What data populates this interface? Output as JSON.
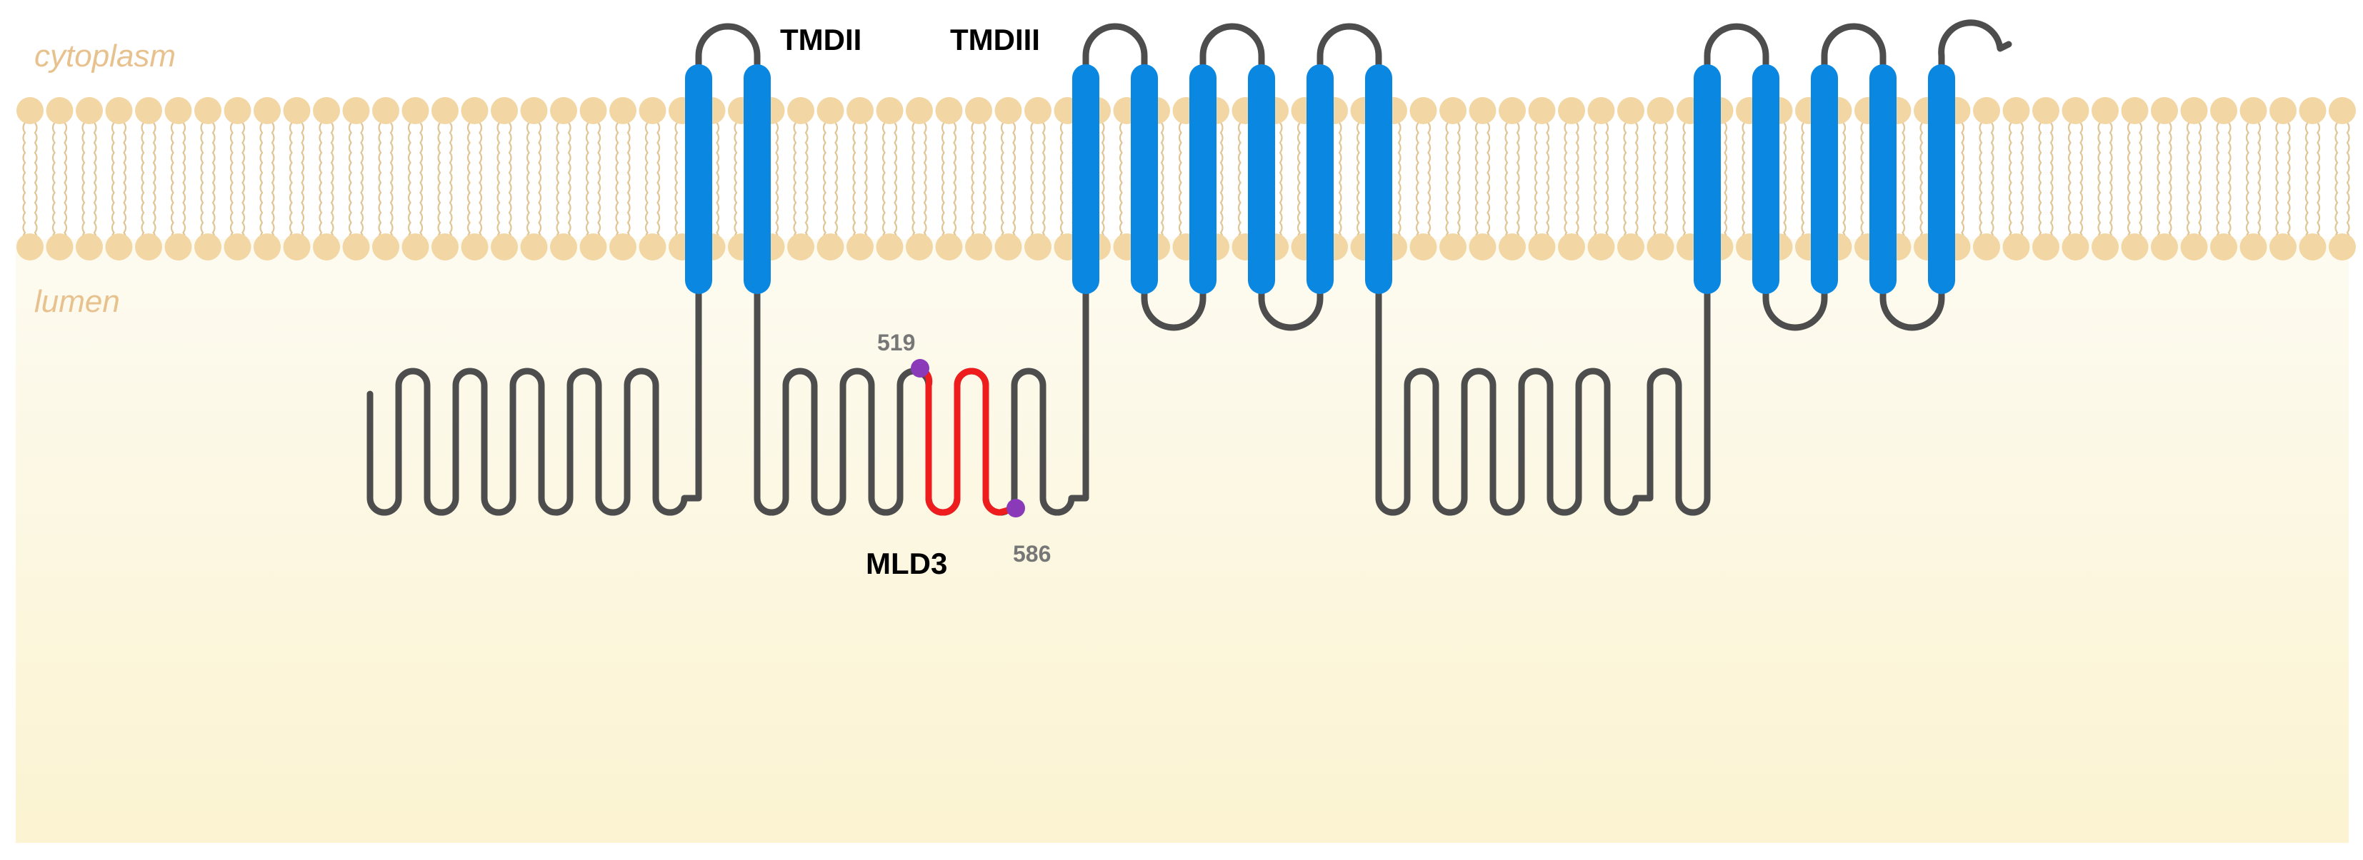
{
  "labels": {
    "cytoplasm": "cytoplasm",
    "lumen": "lumen",
    "tmd2": "TMDII",
    "tmd3": "TMDIII",
    "mld3": "MLD3",
    "residue_start": "519",
    "residue_end": "586"
  },
  "colors": {
    "membrane_head": "#f2d7a4",
    "membrane_tail": "#e0c596",
    "lumen_fill_top": "#fdfbf1",
    "lumen_fill_bottom": "#fbf3d1",
    "helix": "#0a87e0",
    "chain": "#4d4d4d",
    "mld3_segment": "#ee1c1c",
    "residue_marker": "#8a3ab9",
    "region_label": "#e8c28e"
  },
  "icons": {
    "membrane": "lipid-bilayer-icon",
    "helix": "transmembrane-helix-icon",
    "residue_marker": "residue-dot-icon"
  }
}
